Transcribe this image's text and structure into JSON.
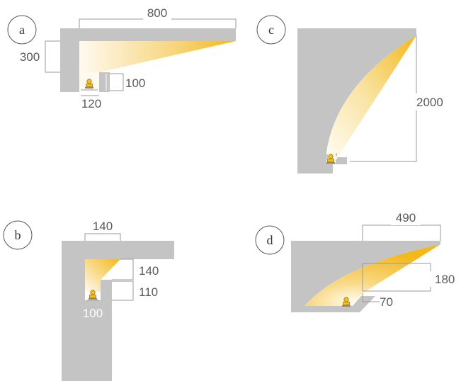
{
  "panels": [
    {
      "id": "a",
      "label": "a",
      "dims": [
        "800",
        "300",
        "100",
        "120"
      ]
    },
    {
      "id": "b",
      "label": "b",
      "dims": [
        "140",
        "140",
        "110",
        "100"
      ]
    },
    {
      "id": "c",
      "label": "c",
      "dims": [
        "2000"
      ]
    },
    {
      "id": "d",
      "label": "d",
      "dims": [
        "490",
        "180",
        "70"
      ]
    }
  ],
  "colors": {
    "wall": "#c4c4c4",
    "light_warm": "#f2b81c",
    "light_pale": "#fffaf0",
    "dimension_line": "#9a9a9a",
    "text": "#5a5a5a"
  },
  "icons": [
    "led-strip-icon"
  ]
}
